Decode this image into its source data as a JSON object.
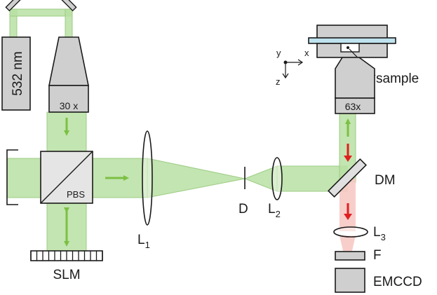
{
  "labels": {
    "laser": "532 nm",
    "objective_in": "30 x",
    "pbs": "PBS",
    "slm": "SLM",
    "lens1": "L",
    "lens1_sub": "1",
    "diaphragm": "D",
    "lens2": "L",
    "lens2_sub": "2",
    "objective_out": "63x",
    "sample": "sample",
    "dichroic": "DM",
    "lens3": "L",
    "lens3_sub": "3",
    "filter": "F",
    "camera": "EMCCD"
  },
  "axes": {
    "x": "x",
    "y": "y",
    "z": "z"
  },
  "colors": {
    "beam_green": "#b9e1a3",
    "arrow_green": "#7cc043",
    "beam_red": "#f7c9c4",
    "arrow_red": "#e02020",
    "component_gray": "#cfcfcf",
    "stage_blue": "#bfe3ee"
  }
}
